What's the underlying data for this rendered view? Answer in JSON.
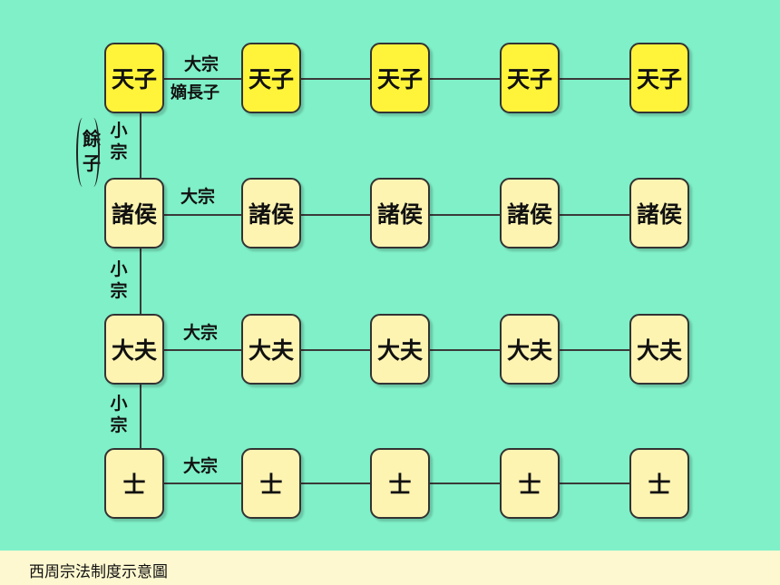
{
  "rows": [
    {
      "rank": "emperor",
      "nodes": [
        "天子",
        "天子",
        "天子",
        "天子",
        "天子"
      ],
      "link_label": "大宗",
      "link_sublabel": "嫡長子"
    },
    {
      "rank": "feudal-lord",
      "nodes": [
        "諸侯",
        "諸侯",
        "諸侯",
        "諸侯",
        "諸侯"
      ],
      "link_label": "大宗"
    },
    {
      "rank": "minister",
      "nodes": [
        "大夫",
        "大夫",
        "大夫",
        "大夫",
        "大夫"
      ],
      "link_label": "大宗"
    },
    {
      "rank": "scholar",
      "nodes": [
        "士",
        "士",
        "士",
        "士",
        "士"
      ],
      "link_label": "大宗"
    }
  ],
  "vertical_links": [
    {
      "label": "小宗",
      "side_label": "餘子"
    },
    {
      "label": "小宗"
    },
    {
      "label": "小宗"
    }
  ],
  "caption": "西周宗法制度示意圖",
  "colors": {
    "background": "#7ff0c8",
    "emperor_fill": "#fff43a",
    "node_fill": "#fdf4b2",
    "caption_bar": "#fdf8d0"
  }
}
